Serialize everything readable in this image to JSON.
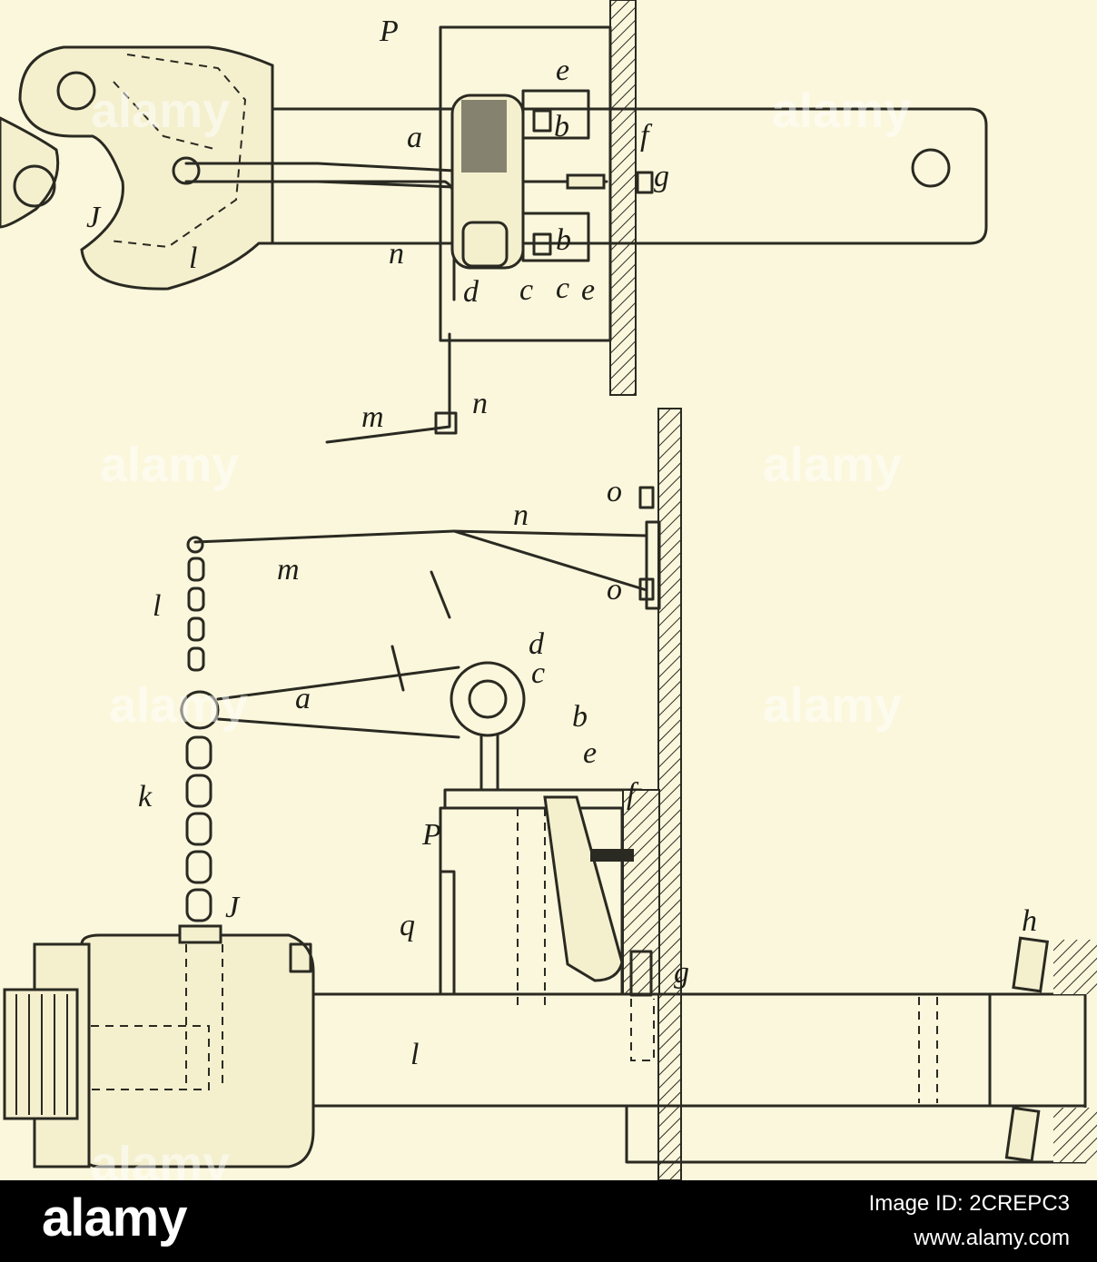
{
  "labels": {
    "top": [
      "P",
      "e",
      "b",
      "a",
      "f",
      "g",
      "J",
      "l",
      "n",
      "d",
      "c",
      "c",
      "b",
      "e",
      "n",
      "m"
    ],
    "bottom": [
      "o",
      "n",
      "m",
      "o",
      "l",
      "d",
      "c",
      "a",
      "b",
      "e",
      "k",
      "P",
      "f",
      "q",
      "J",
      "g",
      "h",
      "l"
    ]
  },
  "watermark": {
    "text": "alamy"
  },
  "footer": {
    "logo": "alamy",
    "image_id": "Image ID: 2CREPC3",
    "url": "www.alamy.com"
  },
  "colors": {
    "paper": "#fbf7dc",
    "ink": "#2a2a22",
    "footer_bg": "#000000",
    "footer_text": "#ffffff"
  }
}
